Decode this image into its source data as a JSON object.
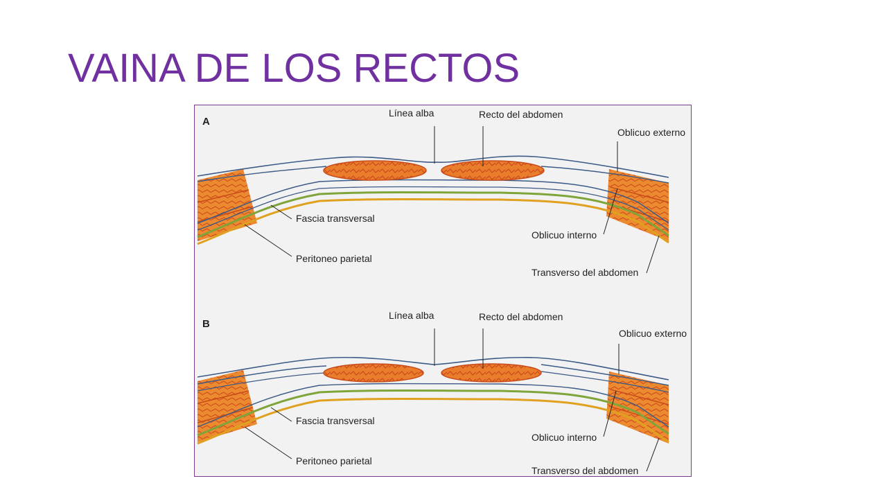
{
  "slide": {
    "title": "VAINA DE LOS RECTOS",
    "title_color": "#7030a0"
  },
  "figure": {
    "background": "#f2f2f2",
    "border_color": "#7b3a8f",
    "colors": {
      "muscle_fill": "#e8782a",
      "muscle_stroke": "#c84b1b",
      "fiber": "#d1481b",
      "fascia_line": "#3c5a86",
      "fascia_transversal": "#7fa43a",
      "peritoneo": "#e0a020"
    },
    "panels": [
      {
        "letter": "A",
        "labels": {
          "linea_alba": "Línea alba",
          "recto": "Recto del abdomen",
          "oblicuo_externo": "Oblicuo externo",
          "fascia_transversal": "Fascia transversal",
          "oblicuo_interno": "Oblicuo interno",
          "peritoneo": "Peritoneo parietal",
          "transverso": "Transverso del abdomen"
        }
      },
      {
        "letter": "B",
        "labels": {
          "linea_alba": "Línea alba",
          "recto": "Recto del abdomen",
          "oblicuo_externo": "Oblicuo externo",
          "fascia_transversal": "Fascia transversal",
          "oblicuo_interno": "Oblicuo interno",
          "peritoneo": "Peritoneo parietal",
          "transverso": "Transverso del abdomen"
        }
      }
    ]
  }
}
